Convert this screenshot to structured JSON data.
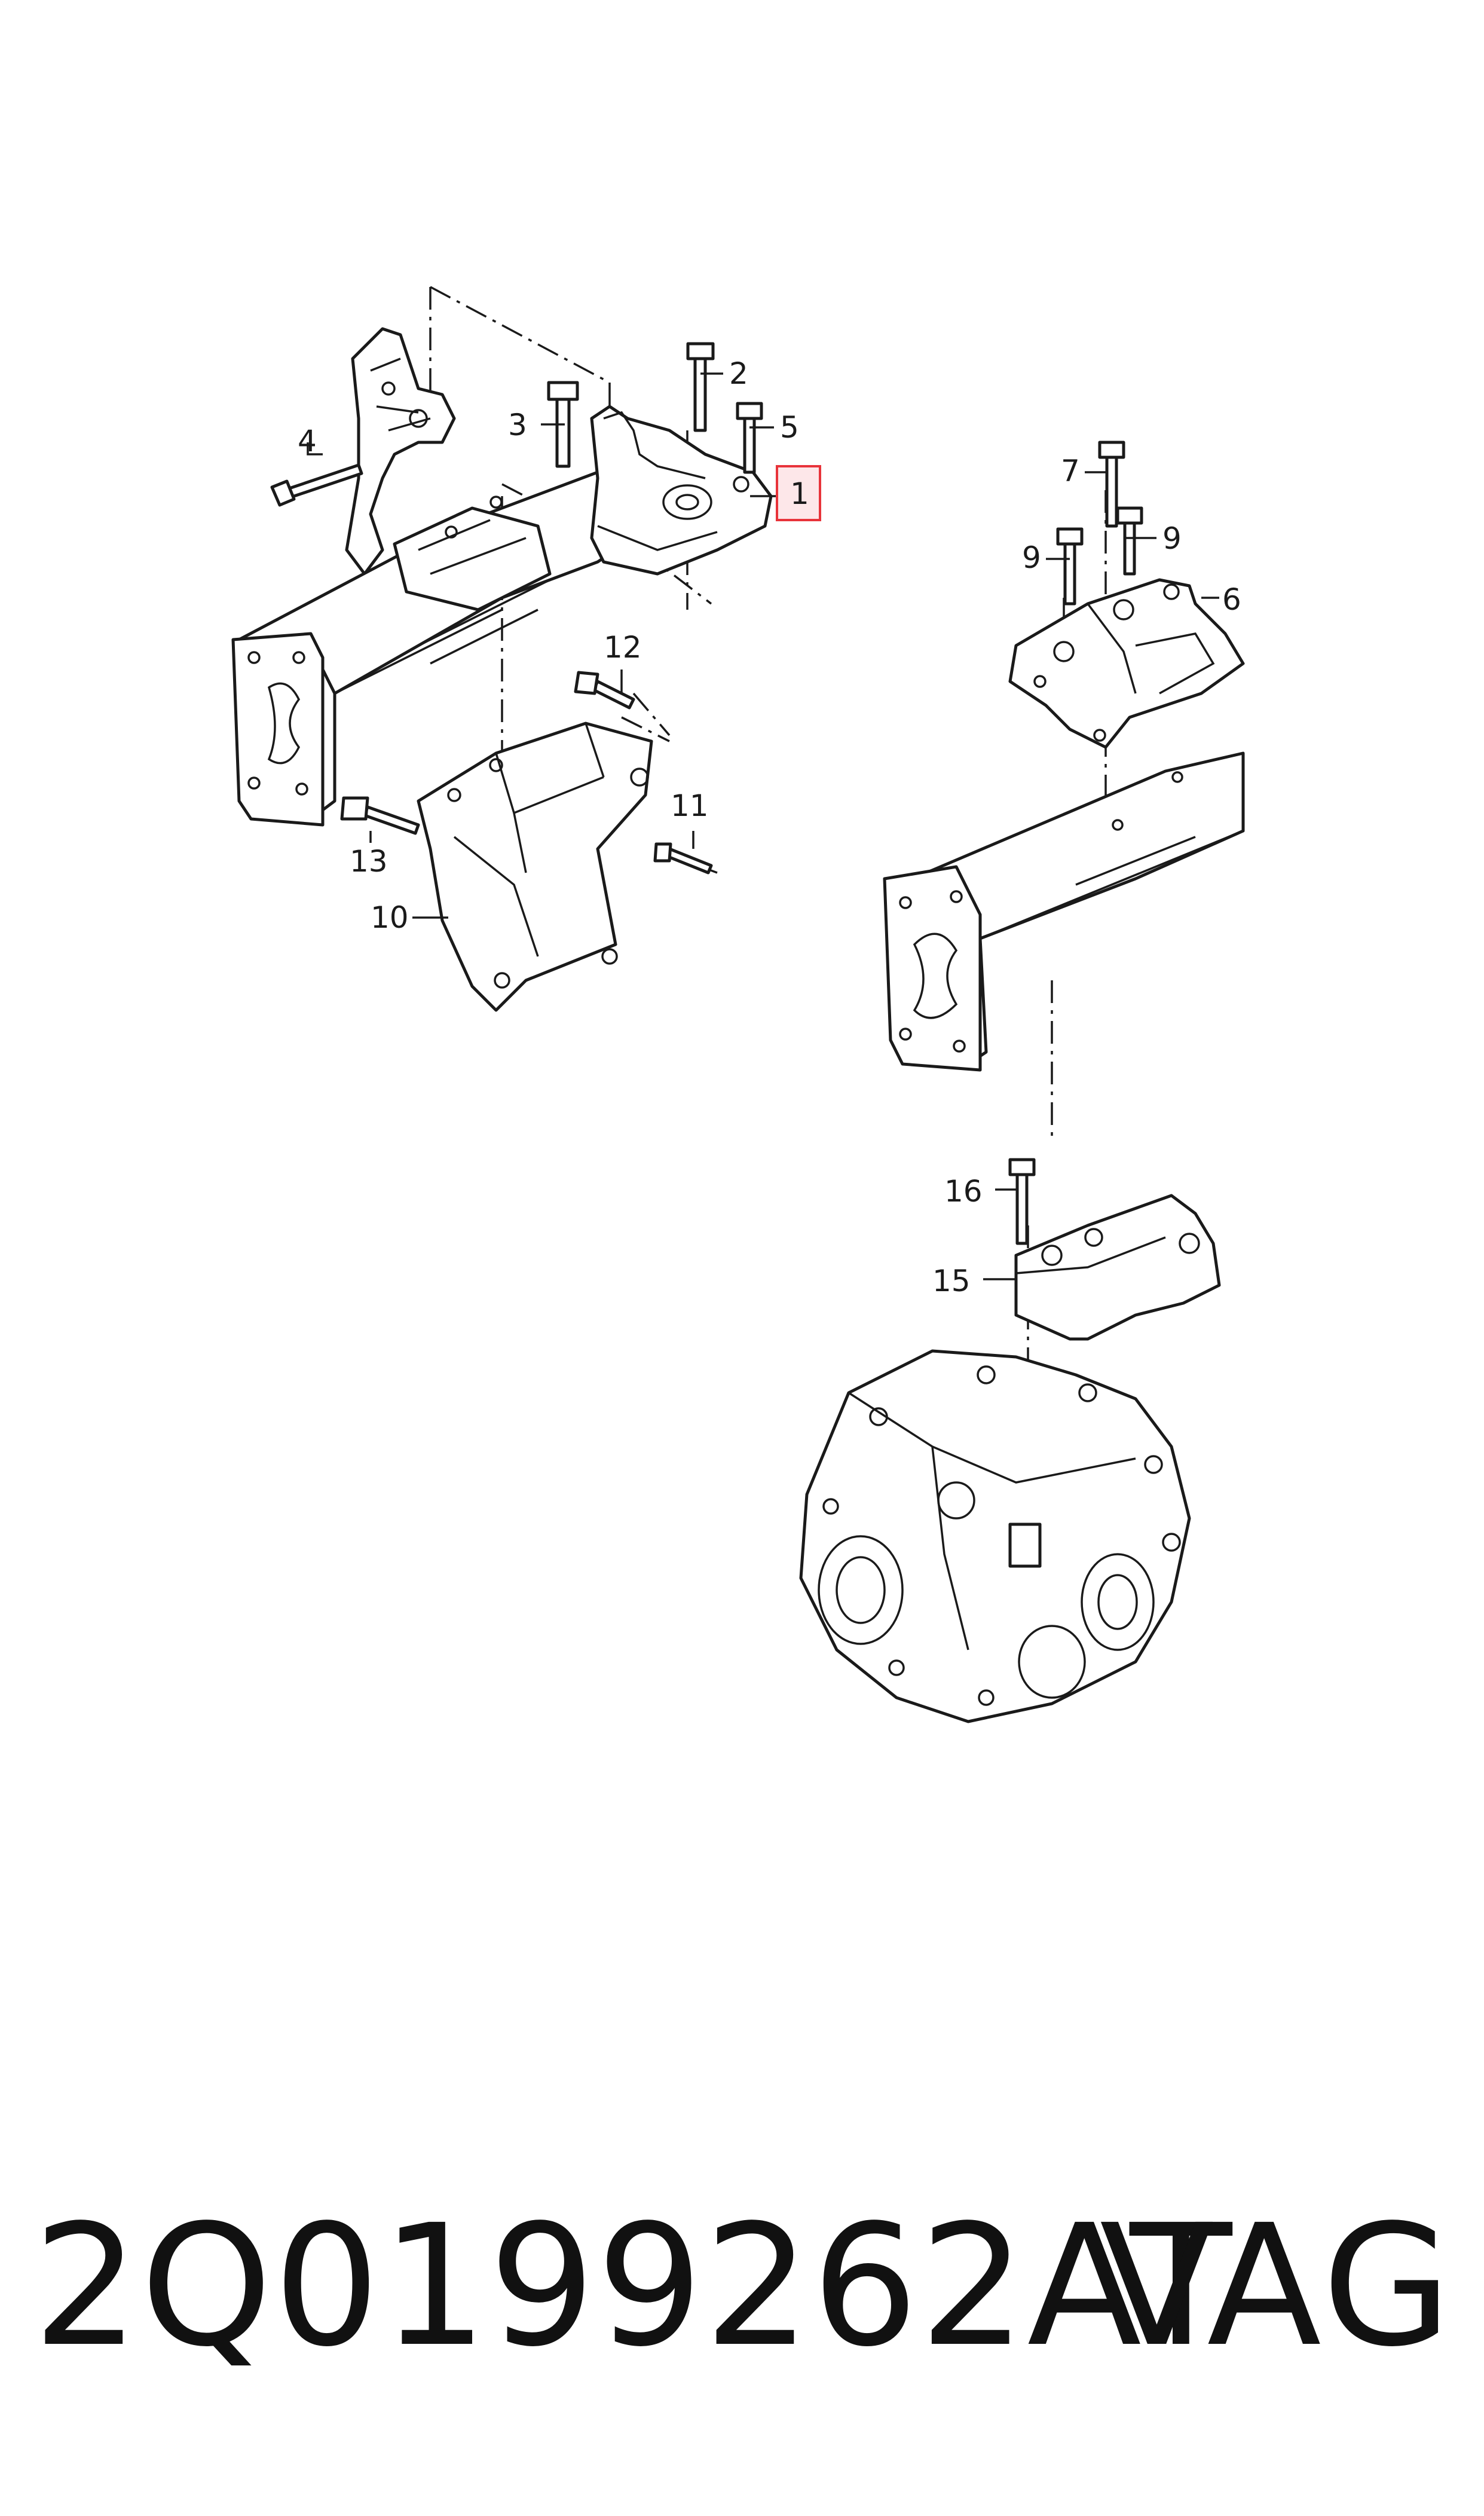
{
  "callouts": {
    "c1": "1",
    "c2": "2",
    "c3": "3",
    "c4": "4",
    "c5": "5",
    "c6": "6",
    "c7": "7",
    "c9a": "9",
    "c9b": "9",
    "c10": "10",
    "c11": "11",
    "c12": "12",
    "c13": "13",
    "c15": "15",
    "c16": "16"
  },
  "highlight": {
    "part": "1",
    "color": "#e8333a",
    "fill": "#fde7e9"
  },
  "footer": {
    "part_number": "2Q0199262AT",
    "brand": "VAG"
  }
}
